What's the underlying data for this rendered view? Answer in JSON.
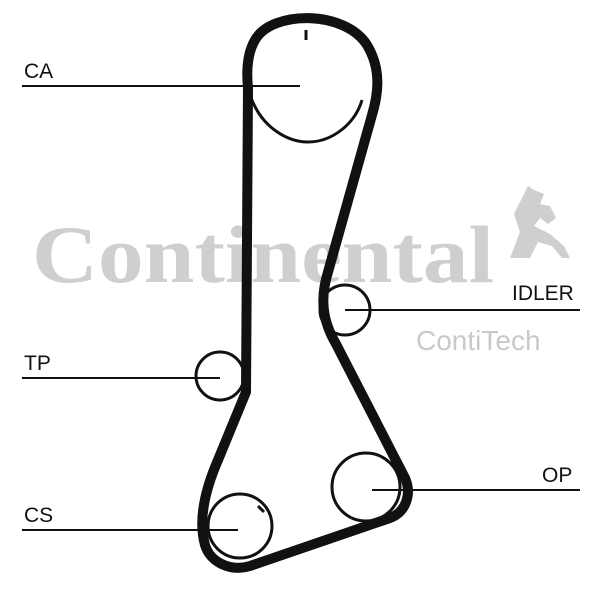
{
  "watermark": {
    "brand": "Continental",
    "sub_brand": "ContiTech",
    "logo_icon": "rearing-horse-icon",
    "color": "#cfcfcf"
  },
  "labels": {
    "ca": "CA",
    "idler": "IDLER",
    "tp": "TP",
    "op": "OP",
    "cs": "CS"
  },
  "colors": {
    "belt": "#111111",
    "line": "#111111",
    "background": "#ffffff"
  }
}
